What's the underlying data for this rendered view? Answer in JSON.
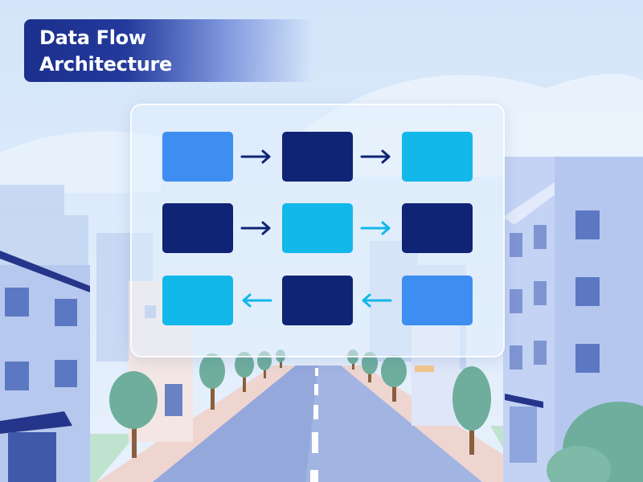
{
  "title": {
    "line1": "Data Flow",
    "line2": "Architecture"
  },
  "diagram": {
    "rows": [
      {
        "boxes": [
          "blue",
          "navy",
          "cyan"
        ],
        "arrows": [
          {
            "direction": "right",
            "color": "navy"
          },
          {
            "direction": "right",
            "color": "navy"
          }
        ]
      },
      {
        "boxes": [
          "navy",
          "cyan",
          "navy"
        ],
        "arrows": [
          {
            "direction": "right",
            "color": "navy"
          },
          {
            "direction": "right",
            "color": "cyan"
          }
        ]
      },
      {
        "boxes": [
          "cyan",
          "navy",
          "blue"
        ],
        "arrows": [
          {
            "direction": "left",
            "color": "cyan"
          },
          {
            "direction": "left",
            "color": "cyan"
          }
        ]
      }
    ]
  },
  "colors": {
    "navy": "#0f2474",
    "blue": "#3d8ef0",
    "cyan": "#12b8ea",
    "banner": "#1b2f8c",
    "sky": "#dbe9fb"
  }
}
